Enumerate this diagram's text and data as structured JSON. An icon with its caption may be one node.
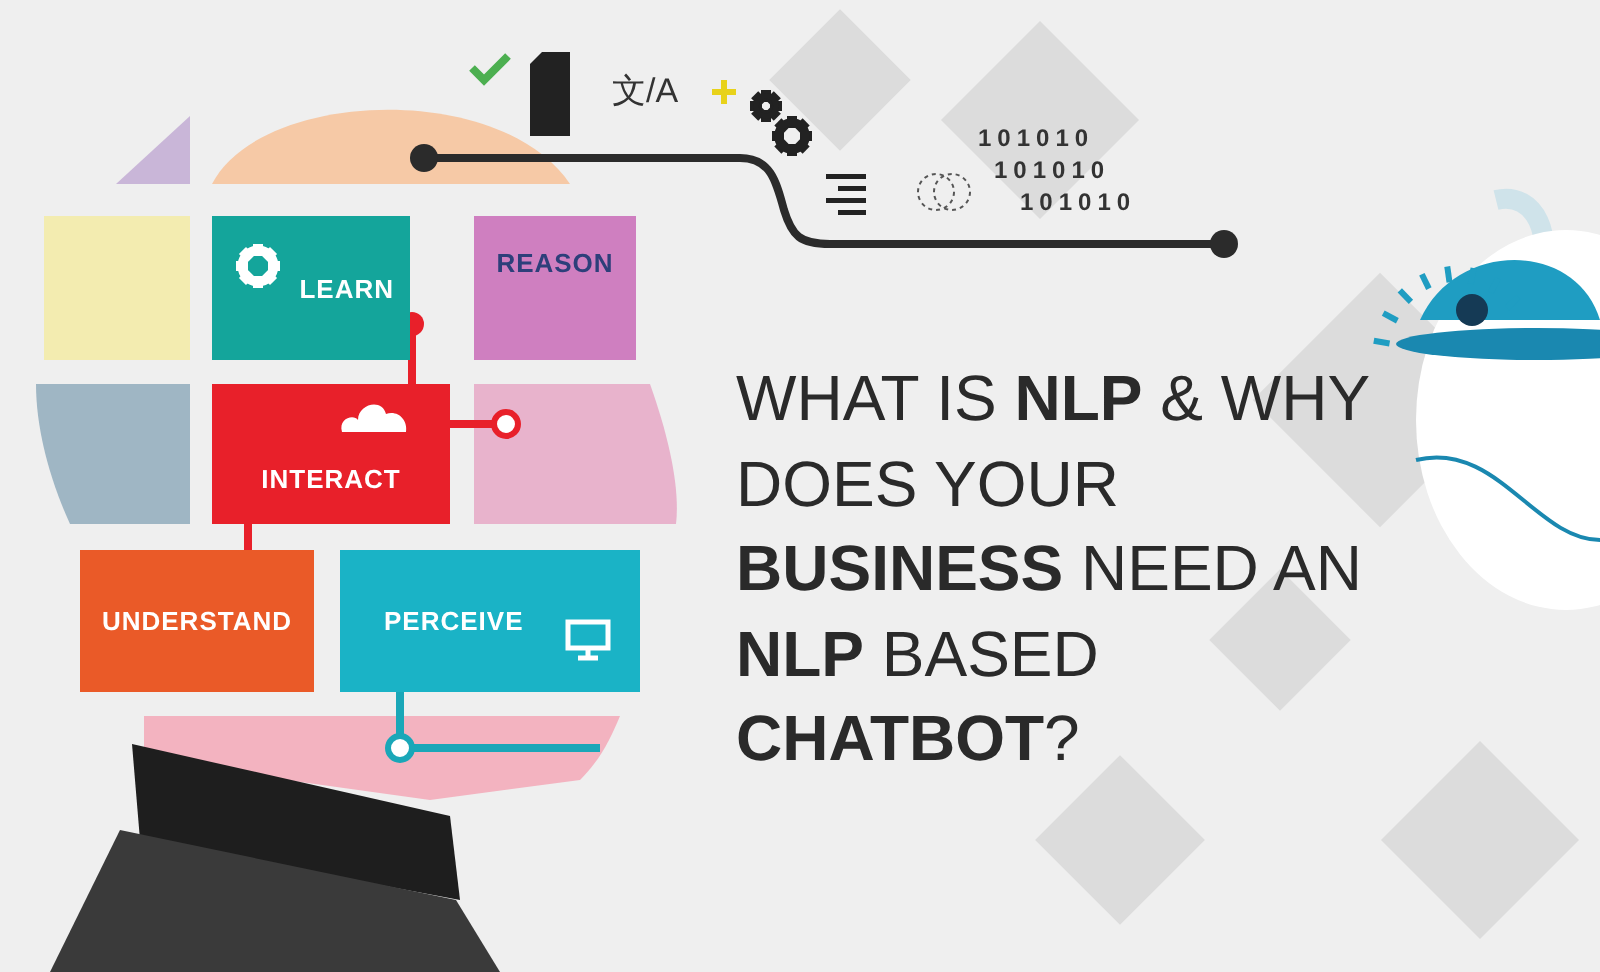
{
  "diagram": {
    "title": "WHAT IS **NLP** & WHY DOES YOUR **BUSINESS** NEED AN **NLP** BASED **CHATBOT**?",
    "nodes": [
      {
        "text": [
          "LEARN"
        ]
      },
      {
        "text": [
          "REASON"
        ]
      },
      {
        "text": [
          "INTERACT"
        ]
      },
      {
        "text": [
          "UNDERSTAND"
        ]
      },
      {
        "text": [
          "PERCEIVE"
        ]
      }
    ],
    "labels": [
      "文/A",
      "101010",
      "101010",
      "101010"
    ]
  }
}
